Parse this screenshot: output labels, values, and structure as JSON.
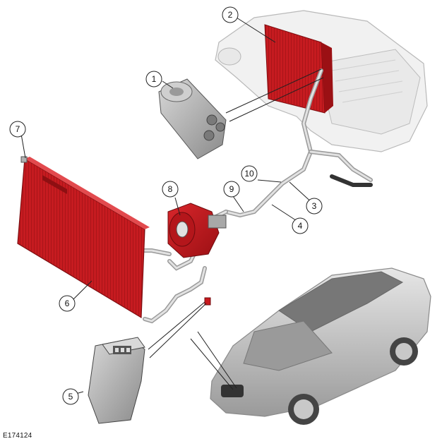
{
  "figure_ref": "E174124",
  "colors": {
    "component_red": "#c8191e",
    "component_red_dark": "#8e0f12",
    "grey_part": "#b8b8b8",
    "grey_dark": "#6e6e6e",
    "line": "#333333"
  },
  "callouts": [
    {
      "id": "1",
      "label": "1"
    },
    {
      "id": "2",
      "label": "2"
    },
    {
      "id": "3",
      "label": "3"
    },
    {
      "id": "4",
      "label": "4"
    },
    {
      "id": "5",
      "label": "5"
    },
    {
      "id": "6",
      "label": "6"
    },
    {
      "id": "7",
      "label": "7"
    },
    {
      "id": "8",
      "label": "8"
    },
    {
      "id": "9",
      "label": "9"
    },
    {
      "id": "10",
      "label": "10"
    }
  ]
}
